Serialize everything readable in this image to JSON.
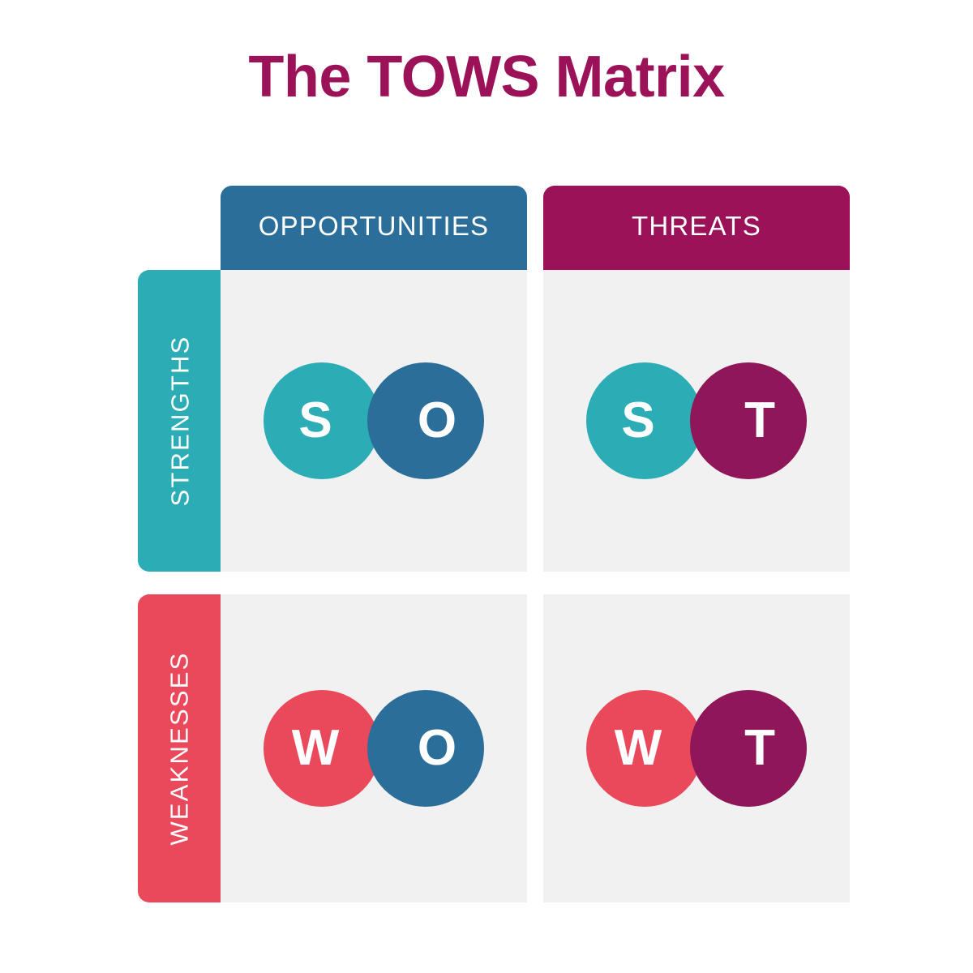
{
  "title": "The TOWS Matrix",
  "colors": {
    "title": "#9b1259",
    "teal": "#2cadb5",
    "blue": "#2a6e99",
    "magenta": "#8e1659",
    "header_magenta": "#9b1259",
    "red": "#e9495b",
    "cell_background": "#f1f1f1",
    "page_background": "#ffffff",
    "label_text": "#ffffff"
  },
  "columns": [
    {
      "key": "opportunities",
      "label": "OPPORTUNITIES",
      "color": "#2a6e99"
    },
    {
      "key": "threats",
      "label": "THREATS",
      "color": "#9b1259"
    }
  ],
  "rows": [
    {
      "key": "strengths",
      "label": "STRENGTHS",
      "color": "#2cadb5"
    },
    {
      "key": "weaknesses",
      "label": "WEAKNESSES",
      "color": "#e9495b"
    }
  ],
  "quadrants": [
    {
      "key": "so",
      "row": "strengths",
      "column": "opportunities",
      "left_letter": "S",
      "left_color": "#2cadb5",
      "right_letter": "O",
      "right_color": "#2a6e99"
    },
    {
      "key": "st",
      "row": "strengths",
      "column": "threats",
      "left_letter": "S",
      "left_color": "#2cadb5",
      "right_letter": "T",
      "right_color": "#8e1659"
    },
    {
      "key": "wo",
      "row": "weaknesses",
      "column": "opportunities",
      "left_letter": "W",
      "left_color": "#e9495b",
      "right_letter": "O",
      "right_color": "#2a6e99"
    },
    {
      "key": "wt",
      "row": "weaknesses",
      "column": "threats",
      "left_letter": "W",
      "left_color": "#e9495b",
      "right_letter": "T",
      "right_color": "#8e1659"
    }
  ]
}
